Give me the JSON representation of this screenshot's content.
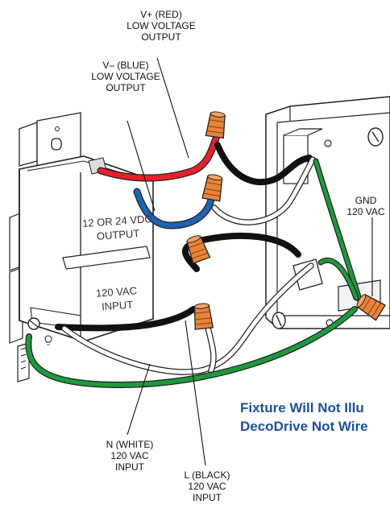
{
  "labels": {
    "v_plus": [
      "V+ (RED)",
      "LOW VOLTAGE",
      "OUTPUT"
    ],
    "v_minus": [
      "V– (BLUE)",
      "LOW VOLTAGE",
      "OUTPUT"
    ],
    "gnd": [
      "GND",
      "120 VAC"
    ],
    "neutral": [
      "N (WHITE)",
      "120 VAC",
      "INPUT"
    ],
    "line": [
      "L (BLACK)",
      "120 VAC",
      "INPUT"
    ]
  },
  "driver_body": {
    "output": [
      "12 OR 24 VDC",
      "OUTPUT"
    ],
    "input": [
      "120 VAC",
      "INPUT"
    ]
  },
  "warning": [
    "Fixture Will Not Illu",
    "DecoDrive Not Wire"
  ],
  "colors": {
    "red_wire": "#e8202a",
    "blue_wire": "#1f63b4",
    "black_wire": "#111111",
    "white_wire": "#ffffff",
    "green_wire": "#1e9a3c",
    "wire_nut": "#e8833a",
    "warning_text": "#1d4f9e"
  }
}
